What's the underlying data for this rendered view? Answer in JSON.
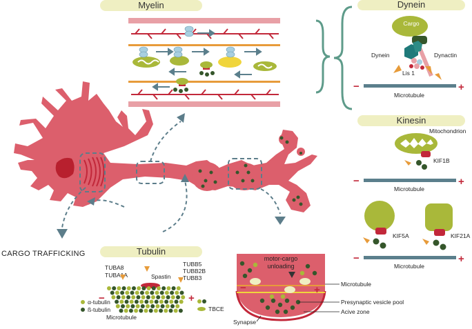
{
  "labels": {
    "myelin": "Myelin",
    "dynein_panel": "Dynein",
    "cargo": "Cargo",
    "dynein": "Dynein",
    "dynactin": "Dynactin",
    "lis1": "Lis 1",
    "microtubule": "Microtubule",
    "minus": "−",
    "plus": "+",
    "kinesin_panel": "Kinesin",
    "mitochondrion": "Mitochondrion",
    "kif1b": "KIF1B",
    "kif5a": "KIF5A",
    "kif21a": "KIF21A",
    "cargo_trafficking": "CARGO TRAFFICKING",
    "tubulin_panel": "Tubulin",
    "tuba8": "TUBA8",
    "tuba1a": "TUBA1A",
    "spastin": "Spastin",
    "tubb5": "TUBB5",
    "tubb2b": "TUBB2B",
    "tubb3": "TUBB3",
    "alpha_tubulin": "α-tubulin",
    "beta_tubulin": "ß-tubulin",
    "tbce": "TBCE",
    "motor_cargo_1": "motor-cargo",
    "motor_cargo_2": "unloading",
    "presynaptic_pool": "Presynaptic vesicle pool",
    "active_zone": "Acive zone",
    "synapse": "Synapse"
  },
  "colors": {
    "neuron": "#dc5f6c",
    "neuron_dark": "#c73a4c",
    "nucleus": "#b8202e",
    "myelin_band": "#e8a0a6",
    "orange_line": "#e79b3a",
    "olive": "#a9b83a",
    "dark_green": "#35562b",
    "teal": "#5e8b80",
    "steel": "#5b7f8c",
    "panel_title_bg": "#efefc2",
    "arrow": "#5c7d8a"
  }
}
